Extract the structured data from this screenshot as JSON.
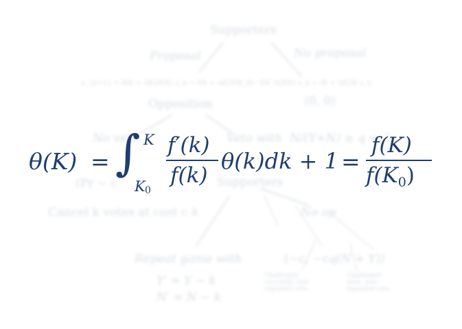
{
  "background": {
    "top_tree": {
      "root": "Supporters",
      "left_branch": "Proposal",
      "right_branch": "No proposal",
      "left_node": "Opposition",
      "right_payoff": "(0, 0)",
      "left_action": "No veto",
      "right_action": "Veto with",
      "veto_condition": "N/(Y+N) ≥ q = 2",
      "payoff_left": "(Pr − c",
      "sub_node": "Supporters",
      "cancel_text": "Cancel k votes at cost c",
      "cancel_var": "k",
      "no_op": "No op",
      "repeat": "Repeat game with",
      "y_update": "Y′ = Y − k",
      "n_update": "N′ = N − k",
      "payoff_bottom": "(−c",
      "payoff_bottom_tail": ", −c",
      "payoff_bottom_end": "q(N + Y))",
      "note_left": "Challenger succeeds, loss repeated veto",
      "note_right": "Challenger wins, loss repeated veto"
    },
    "iteration_formula": "x_{k+1} = θ(K + ΔK)/θ(K) x_k = f(K + ΔK)/f(K_0) · f(K_0)/f(K) x_k = (K + ΔK)/K x_k"
  },
  "equation": {
    "lhs": "θ(K)",
    "equals1": "=",
    "integral": "∫",
    "upper_limit": "K",
    "lower_limit": "K",
    "lower_sub": "0",
    "num1": "f′(k)",
    "den1": "f(k)",
    "tail1": "θ(k)dk + 1",
    "equals2": "=",
    "num2": "f(K)",
    "den2_main": "f(K",
    "den2_sub": "0",
    "den2_close": ")"
  },
  "colors": {
    "equation": "#1e3e6e",
    "background_text": "#b8c0cc"
  }
}
